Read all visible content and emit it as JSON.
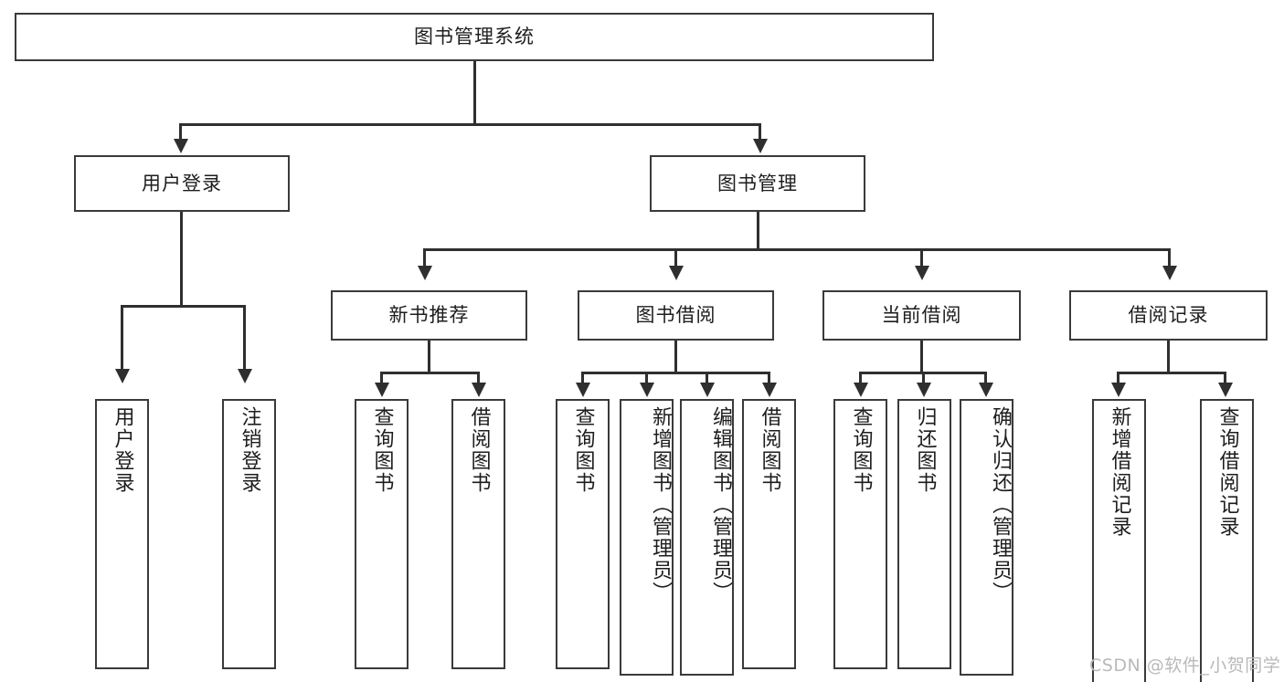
{
  "diagram": {
    "title": "图书管理系统",
    "type": "hierarchy-tree",
    "root": {
      "id": "root",
      "label": "图书管理系统"
    },
    "level2": [
      {
        "id": "user-login",
        "label": "用户登录"
      },
      {
        "id": "book-management",
        "label": "图书管理"
      }
    ],
    "level3": [
      {
        "id": "new-book-recommend",
        "label": "新书推荐"
      },
      {
        "id": "book-borrow",
        "label": "图书借阅"
      },
      {
        "id": "current-borrow",
        "label": "当前借阅"
      },
      {
        "id": "borrow-record",
        "label": "借阅记录"
      }
    ],
    "leaves": {
      "user_login": [
        {
          "id": "leaf-user-login",
          "label": "用户登录"
        },
        {
          "id": "leaf-logout",
          "label": "注销登录"
        }
      ],
      "new_book_recommend": [
        {
          "id": "leaf-query-book-1",
          "label": "查询图书"
        },
        {
          "id": "leaf-borrow-book-1",
          "label": "借阅图书"
        }
      ],
      "book_borrow": [
        {
          "id": "leaf-query-book-2",
          "label": "查询图书"
        },
        {
          "id": "leaf-add-book",
          "label": "新增图书（管理员）"
        },
        {
          "id": "leaf-edit-book",
          "label": "编辑图书（管理员）"
        },
        {
          "id": "leaf-borrow-book-2",
          "label": "借阅图书"
        }
      ],
      "current_borrow": [
        {
          "id": "leaf-query-book-3",
          "label": "查询图书"
        },
        {
          "id": "leaf-return-book",
          "label": "归还图书"
        },
        {
          "id": "leaf-confirm-return",
          "label": "确认归还（管理员）"
        }
      ],
      "borrow_record": [
        {
          "id": "leaf-add-record",
          "label": "新增借阅记录"
        },
        {
          "id": "leaf-query-record",
          "label": "查询借阅记录"
        }
      ]
    }
  },
  "watermark": {
    "text": "CSDN @软件_小贺同学"
  },
  "colors": {
    "stroke": "#3a3a3a",
    "line": "#2f2f2f",
    "text": "#1d1d1d",
    "background": "#ffffff",
    "watermark": "#b9b9b9"
  }
}
